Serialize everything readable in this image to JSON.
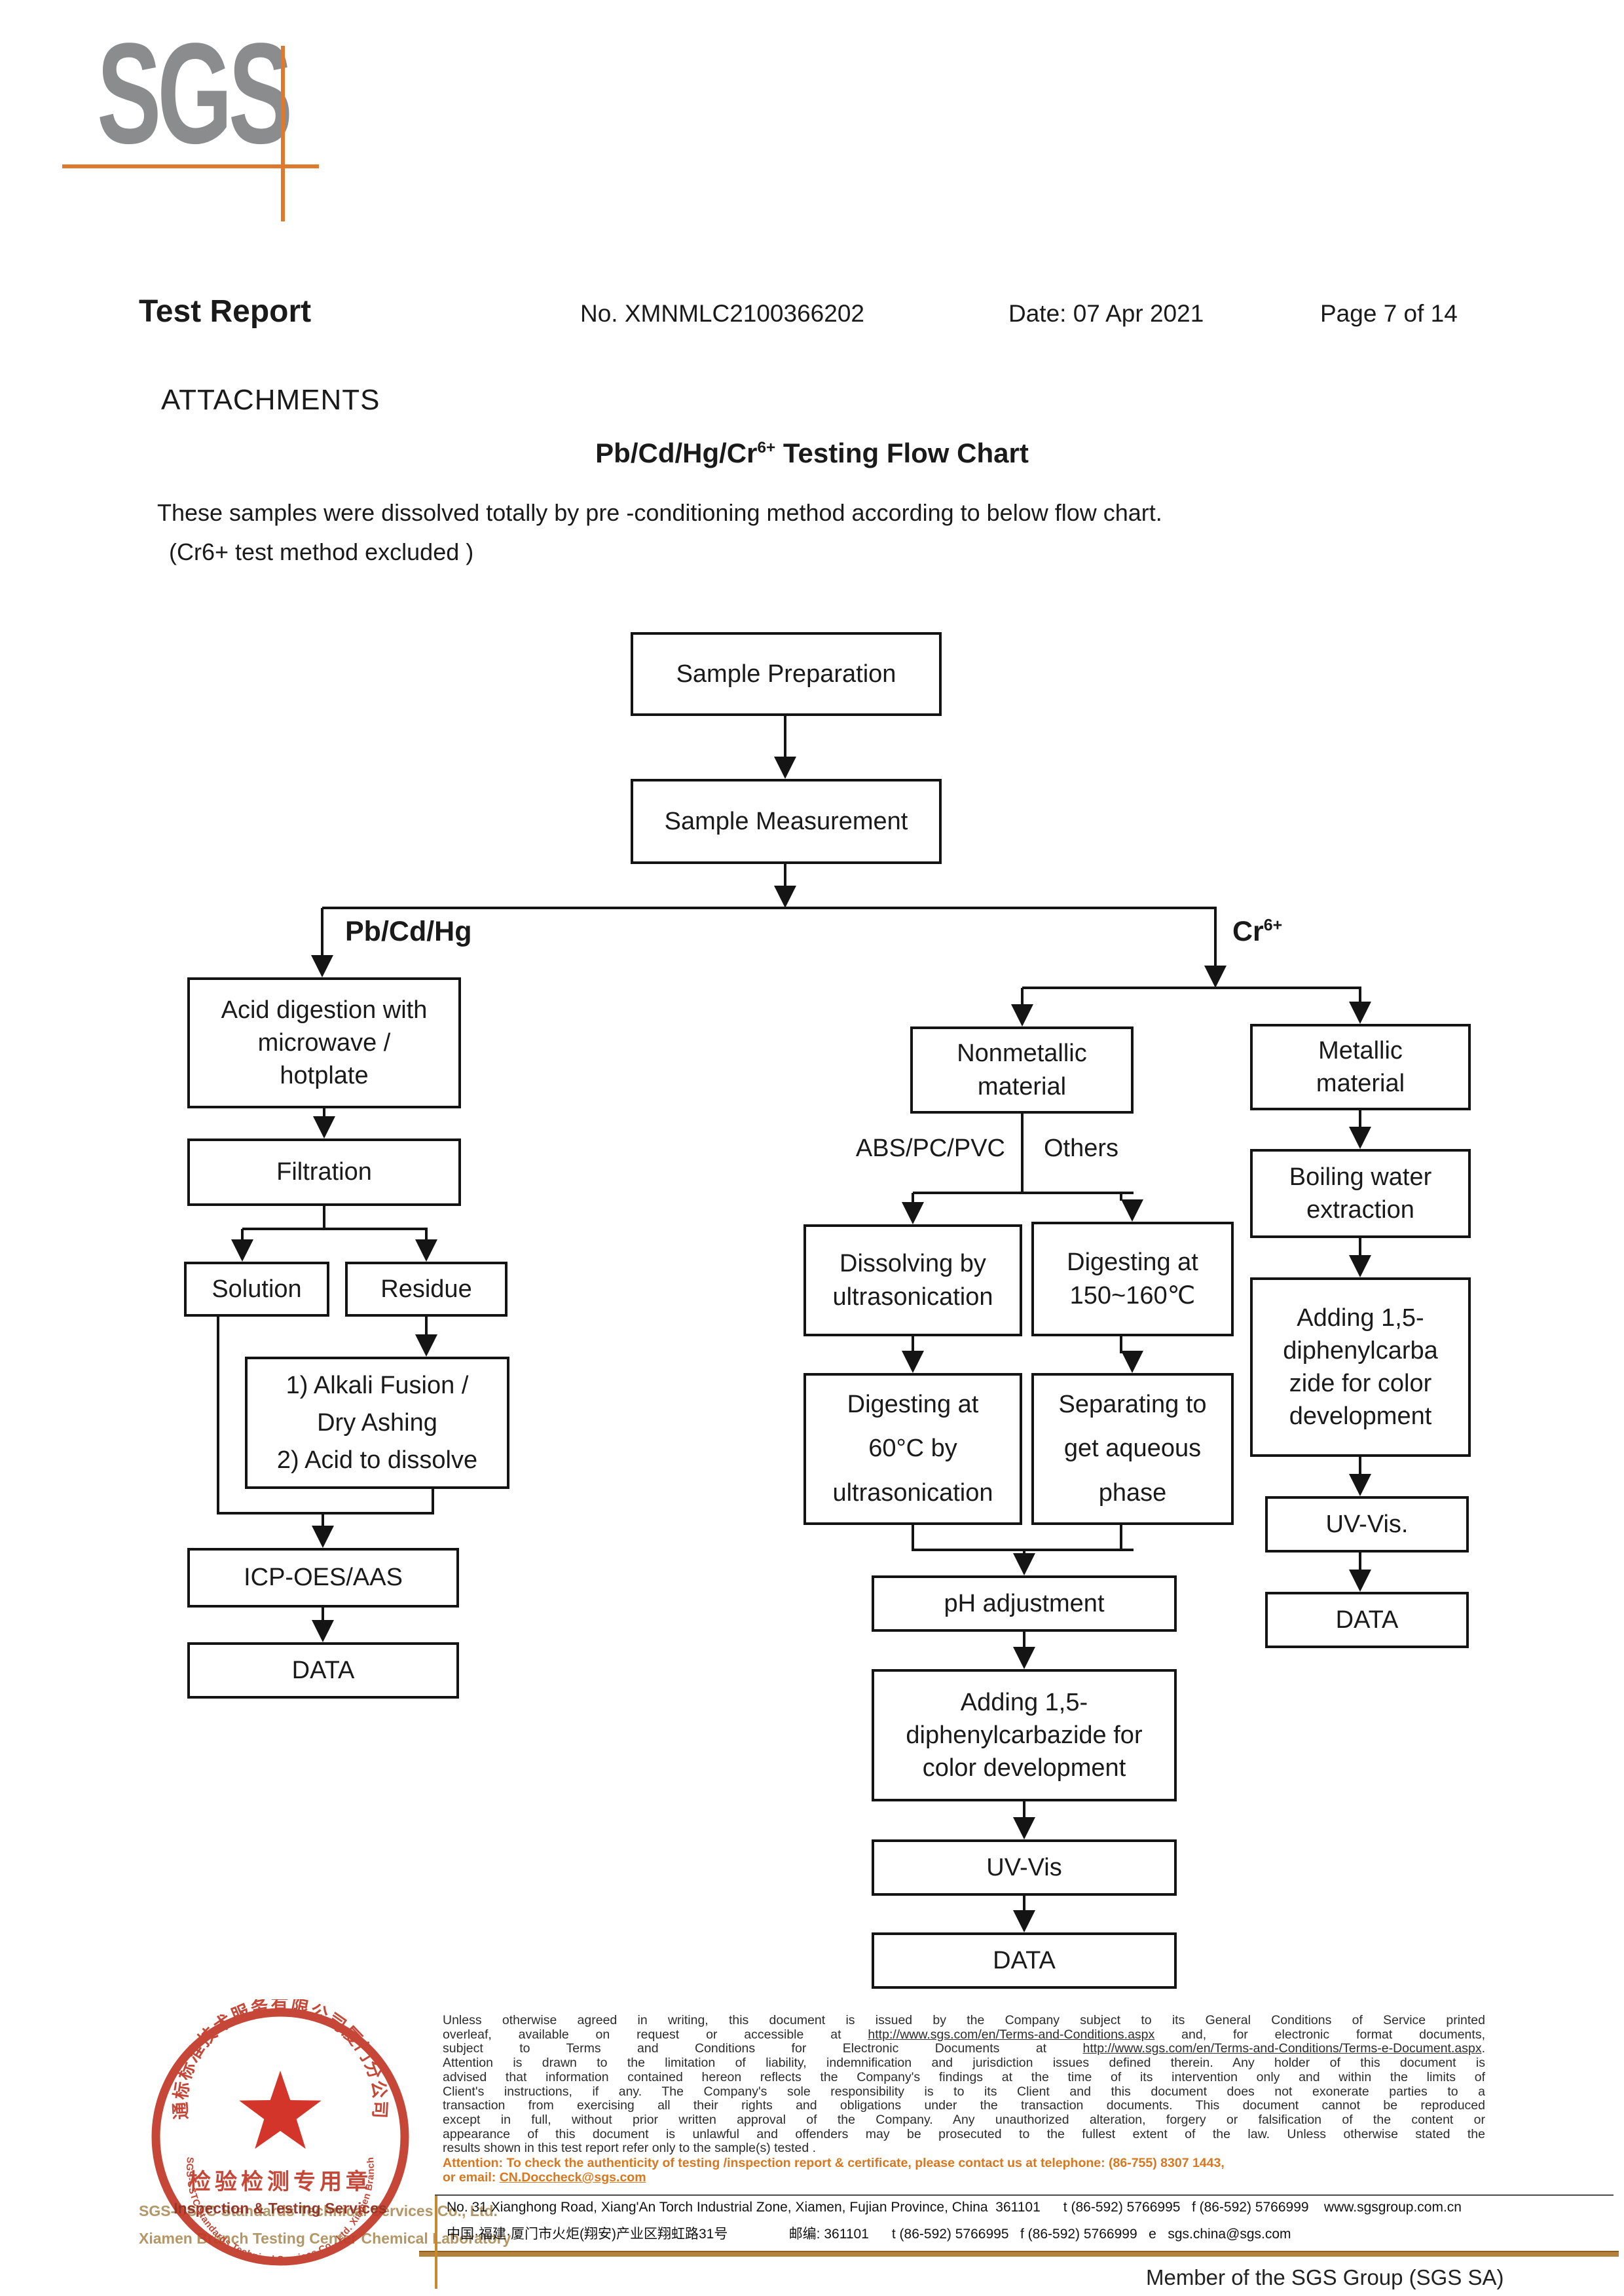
{
  "colors": {
    "logo_gray": "#8b8c8e",
    "accent_orange": "#dd7a2d",
    "stamp_red": "#c23a28",
    "attention_orange": "#d8771e",
    "footer_tan": "#b49766"
  },
  "logo": {
    "text": "SGS"
  },
  "header": {
    "title": "Test Report",
    "report_no": "No. XMNMLC2100366202",
    "date": "Date: 07 Apr 2021",
    "page": "Page 7 of 14"
  },
  "attachments_heading": "ATTACHMENTS",
  "flow_title": {
    "prefix": "Pb/Cd/Hg/Cr",
    "sup": "6+",
    "suffix": " Testing Flow Chart"
  },
  "intro": {
    "line1": "These samples were dissolved totally by pre -conditioning method according to below flow chart.",
    "line2": "(Cr6+ test method excluded )"
  },
  "flowchart": {
    "branch_labels": {
      "left": "Pb/Cd/Hg",
      "right_base": "Cr",
      "right_sup": "6+",
      "nonmetal_left": "ABS/PC/PVC",
      "nonmetal_right": "Others"
    },
    "nodes": {
      "sample_prep": "Sample Preparation",
      "sample_meas": "Sample Measurement",
      "acid_digestion": "Acid digestion with\nmicrowave /\nhotplate",
      "filtration": "Filtration",
      "solution": "Solution",
      "residue": "Residue",
      "alkali": "1) Alkali Fusion /\nDry Ashing\n2) Acid to dissolve",
      "icp": "ICP-OES/AAS",
      "data_left": "DATA",
      "nonmetallic": "Nonmetallic\nmaterial",
      "metallic": "Metallic\nmaterial",
      "dissolving": "Dissolving by\nultrasonication",
      "digesting_high": "Digesting at\n150~160℃",
      "digesting_low": "Digesting at\n60°C by\nultrasonication",
      "separating": "Separating to\nget aqueous\nphase",
      "ph": "pH adjustment",
      "adding_mid": "Adding 1,5-\ndiphenylcarbazide for\ncolor development",
      "uvvis_mid": "UV-Vis",
      "data_mid": "DATA",
      "boiling": "Boiling water\nextraction",
      "adding_right": "Adding 1,5-\ndiphenylcarba\nzide for color\ndevelopment",
      "uvvis_right": "UV-Vis.",
      "data_right": "DATA"
    }
  },
  "stamp": {
    "arc_top": "通标标准技术服务有限公司厦门分公司",
    "line_cn": "检验检测专用章",
    "line_en": "Inspection & Testing Services",
    "arc_bottom": "SGS-CSTC Standards Technical Services Co., Ltd. Xiamen Branch"
  },
  "footer": {
    "company_line1": "SGS-CSTC Standards Technical Services Co., Ltd.",
    "company_line2": "Xiamen Branch Testing Center Chemical Laboratory",
    "legal": [
      {
        "text": "Unless otherwise agreed in writing, this document is issued by the Company subject to its General Conditions of Service printed"
      },
      {
        "pre": "overleaf, available on request or accessible at ",
        "url": "http://www.sgs.com/en/Terms-and-Conditions.aspx",
        "post": " and, for electronic format documents,"
      },
      {
        "pre": "subject to Terms and Conditions for Electronic Documents at ",
        "url": "http://www.sgs.com/en/Terms-and-Conditions/Terms-e-Document.aspx",
        "post": "."
      },
      {
        "text": "Attention is drawn to the limitation of liability, indemnification and jurisdiction issues defined therein. Any holder of this document is"
      },
      {
        "text": "advised that information contained hereon reflects the Company's findings at the time of its intervention only and within the limits of"
      },
      {
        "text": "Client's instructions, if any. The Company's sole responsibility is to its Client and this document does not exonerate parties to a"
      },
      {
        "text": "transaction from exercising all their rights and obligations under the transaction documents. This document cannot be reproduced"
      },
      {
        "text": "except in full, without prior written approval of the Company. Any unauthorized alteration, forgery or falsification of the content or"
      },
      {
        "text": "appearance of this document is unlawful and offenders may be prosecuted to the fullest extent of the law. Unless otherwise stated the"
      },
      {
        "text": "results shown in this test report refer only to the sample(s) tested ."
      }
    ],
    "attention_line1": "Attention: To check the authenticity of testing /inspection report & certificate, please contact us at telephone: (86-755) 8307 1443,",
    "attention_pre": "or email: ",
    "attention_email": "CN.Doccheck@sgs.com",
    "address_line1": "No. 31 Xianghong Road, Xiang'An Torch Industrial Zone, Xiamen, Fujian Province, China  361101      t (86-592) 5766995   f (86-592) 5766999    www.sgsgroup.com.cn",
    "address_line2": "中国·福建·厦门市火炬(翔安)产业区翔虹路31号                邮编: 361101      t (86-592) 5766995   f (86-592) 5766999   e   sgs.china@sgs.com",
    "member": "Member of the SGS Group (SGS SA)"
  }
}
